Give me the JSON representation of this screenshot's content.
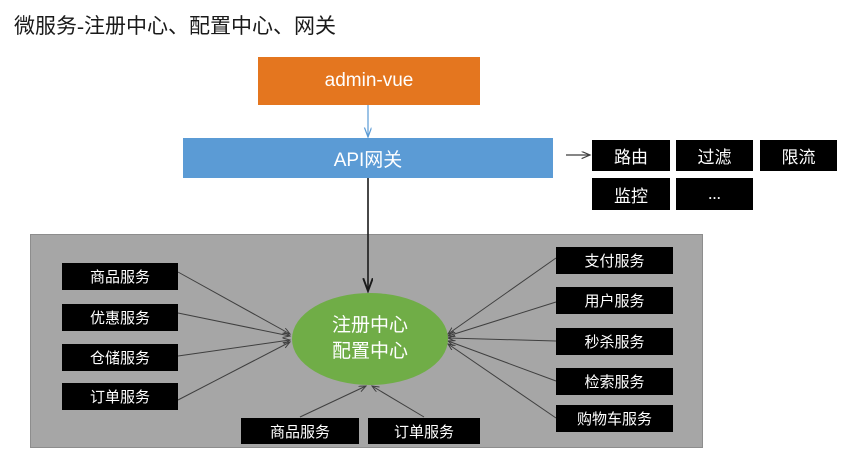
{
  "page": {
    "title": "微服务-注册中心、配置中心、网关",
    "background_color": "#ffffff"
  },
  "colors": {
    "admin_box": "#E4761F",
    "gateway_box": "#5B9BD5",
    "service_box": "#000000",
    "registry_ellipse": "#70AD47",
    "panel": "#A6A6A6",
    "text_on_box": "#ffffff",
    "line": "#3f3f3f"
  },
  "diagram": {
    "frontend": {
      "label": "admin-vue"
    },
    "gateway": {
      "label": "API网关"
    },
    "gateway_features": [
      {
        "label": "路由"
      },
      {
        "label": "过滤"
      },
      {
        "label": "限流"
      },
      {
        "label": "监控"
      },
      {
        "label": "..."
      }
    ],
    "registry": {
      "line1": "注册中心",
      "line2": "配置中心"
    },
    "services_left": [
      {
        "label": "商品服务"
      },
      {
        "label": "优惠服务"
      },
      {
        "label": "仓储服务"
      },
      {
        "label": "订单服务"
      }
    ],
    "services_right": [
      {
        "label": "支付服务"
      },
      {
        "label": "用户服务"
      },
      {
        "label": "秒杀服务"
      },
      {
        "label": "检索服务"
      },
      {
        "label": "购物车服务"
      }
    ],
    "services_bottom": [
      {
        "label": "商品服务"
      },
      {
        "label": "订单服务"
      }
    ]
  }
}
